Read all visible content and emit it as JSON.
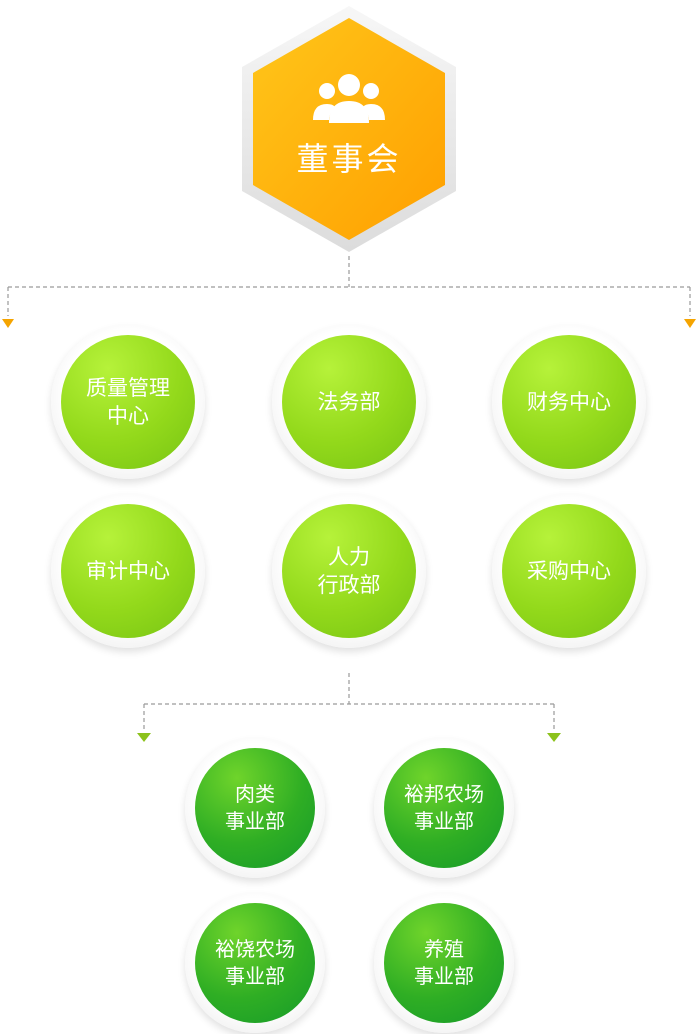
{
  "top": {
    "label": "董事会",
    "icon": "people-group-icon"
  },
  "colors": {
    "hex_gold": "#ffc61a",
    "hex_orange": "#ff9f00",
    "lime": "#9bdc1e",
    "green": "#2aab26",
    "connector": "#9a9a9a",
    "arrow_orange": "#f5a400",
    "arrow_green": "#8cc21c"
  },
  "departments": [
    {
      "label": "质量管理\n中心"
    },
    {
      "label": "法务部"
    },
    {
      "label": "财务中心"
    },
    {
      "label": "审计中心"
    },
    {
      "label": "人力\n行政部"
    },
    {
      "label": "采购中心"
    }
  ],
  "business_units": [
    {
      "label": "肉类\n事业部"
    },
    {
      "label": "裕邦农场\n事业部"
    },
    {
      "label": "裕饶农场\n事业部"
    },
    {
      "label": "养殖\n事业部"
    }
  ]
}
